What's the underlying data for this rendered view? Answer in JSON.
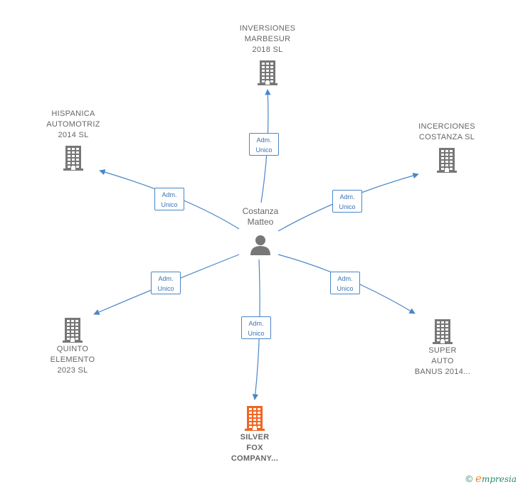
{
  "center": {
    "label": "Costanza\nMatteo",
    "icon": "person-icon"
  },
  "nodes": [
    {
      "id": "inversiones",
      "label": "INVERSIONES\nMARBESUR\n2018  SL",
      "icon": "building-icon",
      "color": "#777777",
      "edge": "Adm.\nUnico"
    },
    {
      "id": "incerciones",
      "label": "INCERCIONES\nCOSTANZA  SL",
      "icon": "building-icon",
      "color": "#777777",
      "edge": "Adm.\nUnico"
    },
    {
      "id": "super",
      "label": "SUPER\nAUTO\nBANUS 2014...",
      "icon": "building-icon",
      "color": "#777777",
      "edge": "Adm.\nUnico"
    },
    {
      "id": "silver",
      "label": "SILVER\nFOX\nCOMPANY...",
      "icon": "building-icon",
      "color": "#f26522",
      "edge": "Adm.\nUnico"
    },
    {
      "id": "quinto",
      "label": "QUINTO\nELEMENTO\n2023  SL",
      "icon": "building-icon",
      "color": "#777777",
      "edge": "Adm.\nUnico"
    },
    {
      "id": "hispanica",
      "label": "HISPANICA\nAUTOMOTRIZ\n2014  SL",
      "icon": "building-icon",
      "color": "#777777",
      "edge": "Adm.\nUnico"
    }
  ],
  "footer": {
    "copyright": "©",
    "brand_initial": "e",
    "brand_rest": "mpresia"
  },
  "colors": {
    "edge": "#4a86c8",
    "node": "#777777",
    "highlight": "#f26522"
  }
}
